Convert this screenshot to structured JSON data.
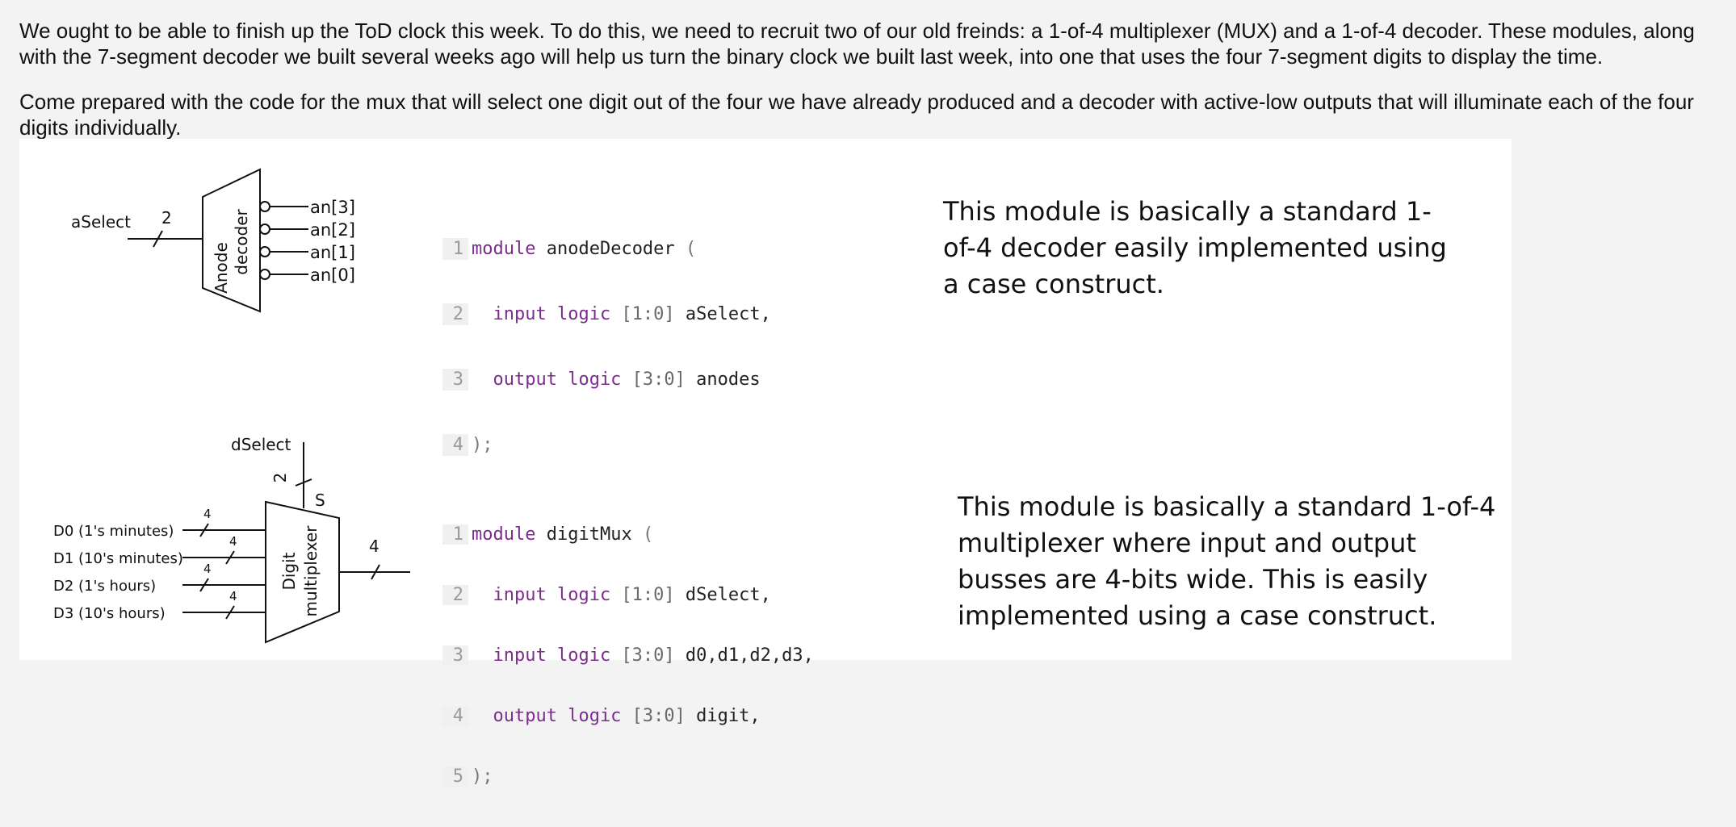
{
  "intro": {
    "paragraph1": "We ought to be able to finish up the ToD clock this week.  To do this, we need to recruit two of our old freinds: a 1-of-4 multiplexer (MUX) and a 1-of-4 decoder.  These modules, along with the 7-segment decoder we built several weeks ago will help us turn the binary clock we built last week, into one that uses the four 7-segment digits to display the time.",
    "paragraph2": "Come prepared with the code for the mux that will select one digit out of the four we have already produced and a decoder with active-low outputs that will illuminate each of the four digits individually."
  },
  "decoder_diagram": {
    "input_label": "aSelect",
    "bus_width": "2",
    "block_label_line1": "Anode",
    "block_label_line2": "decoder",
    "outputs": [
      "an[3]",
      "an[2]",
      "an[1]",
      "an[0]"
    ]
  },
  "decoder_code": {
    "lines": [
      {
        "n": "1",
        "k1": "module",
        "p1": " anodeDecoder ",
        "pl": "("
      },
      {
        "n": "2",
        "k1": "  input logic",
        "r": " [1:0]",
        "p1": " aSelect,"
      },
      {
        "n": "3",
        "k1": "  output logic",
        "r": " [3:0]",
        "p1": " anodes"
      },
      {
        "n": "4",
        "pl": ");"
      }
    ]
  },
  "decoder_note": "This module is basically a standard 1-of-4 decoder easily implemented using a case construct.",
  "mux_diagram": {
    "select_label": "dSelect",
    "select_width": "2",
    "select_pin": "S",
    "inputs": [
      "D0 (1's minutes)",
      "D1 (10's minutes)",
      "D2 (1's hours)",
      "D3 (10's hours)"
    ],
    "input_width": "4",
    "output_width": "4",
    "block_label_line1": "Digit",
    "block_label_line2": "multiplexer"
  },
  "mux_code": {
    "lines": [
      {
        "n": "1",
        "k1": "module",
        "p1": " digitMux ",
        "pl": "("
      },
      {
        "n": "2",
        "k1": "  input logic",
        "r": " [1:0]",
        "p1": " dSelect,"
      },
      {
        "n": "3",
        "k1": "  input logic",
        "r": " [3:0]",
        "p1": " d0,d1,d2,d3,"
      },
      {
        "n": "4",
        "k1": "  output logic",
        "r": " [3:0]",
        "p1": " digit,"
      },
      {
        "n": "5",
        "pl": ");"
      }
    ]
  },
  "mux_note": "This module is basically a standard 1-of-4 multiplexer where input and output busses are 4-bits wide.  This is easily implemented using a case construct."
}
